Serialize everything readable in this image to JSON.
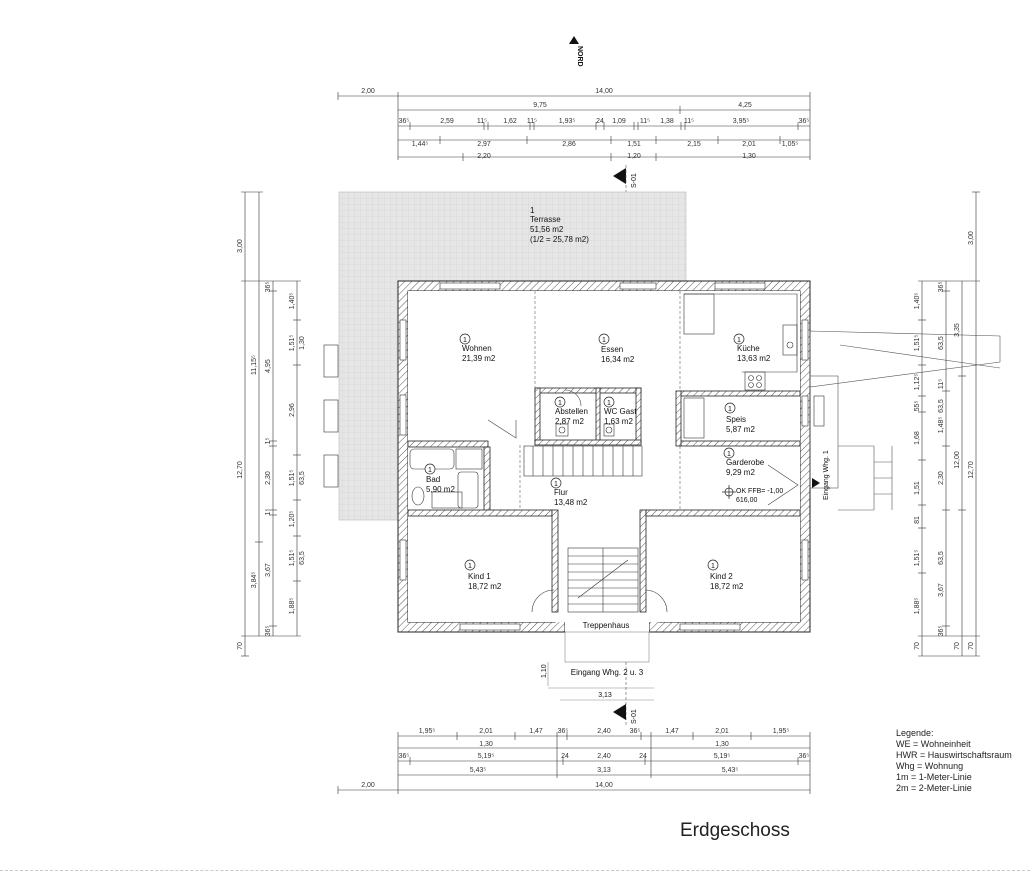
{
  "north_label": "NORD",
  "title": "Erdgeschoss",
  "section_marker": "S-01",
  "top_dims": {
    "row1": [
      "2,00",
      "14,00"
    ],
    "row2": [
      "9,75",
      "4,25"
    ],
    "row3": [
      "36⁵",
      "2,59",
      "11⁵",
      "1,62",
      "11⁵",
      "1,93⁵",
      "24",
      "1,09",
      "11⁵",
      "1,38",
      "11⁵",
      "3,95⁵",
      "36⁵"
    ],
    "row4": [
      "1,44⁵",
      "2,97",
      "2,86",
      "1,51",
      "2,15",
      "2,01",
      "1,05⁵"
    ],
    "row5": [
      "2,20",
      "1,20",
      "1,30"
    ]
  },
  "bottom_dims": {
    "row1": [
      "1,95⁵",
      "2,01",
      "1,47",
      "36⁵",
      "2,40",
      "36⁵",
      "1,47",
      "2,01",
      "1,95⁵"
    ],
    "row2": [
      "1,30",
      "1,30"
    ],
    "row3": [
      "36⁵",
      "5,19⁵",
      "24",
      "2,40",
      "24",
      "5,19⁵",
      "36⁵"
    ],
    "row4": [
      "5,43⁵",
      "3,13",
      "5,43⁵"
    ],
    "row5": [
      "2,00",
      "14,00"
    ]
  },
  "left_dims": {
    "col1": [
      "3,00",
      "12,70",
      "70"
    ],
    "col2": [
      "11,15⁵",
      "3,84⁵"
    ],
    "col3": [
      "36⁵",
      "4,95",
      "1⁵",
      "2,30",
      "1⁵",
      "3,67",
      "36⁵"
    ],
    "col4": [
      "1,40⁵",
      "1,51⁵",
      "2,96",
      "1,51⁵",
      "1,20⁵",
      "1,51⁵",
      "1,88⁵"
    ],
    "col5": [
      "1,30",
      "63,5",
      "63,5"
    ]
  },
  "right_dims": {
    "col1": [
      "1,40⁵",
      "1,51⁵",
      "1,12⁵",
      "55⁵",
      "1,68",
      "1,51",
      "81",
      "1,51⁵",
      "1,88⁵",
      "70"
    ],
    "col2": [
      "36⁵",
      "63,5",
      "11⁵",
      "63,5",
      "1,48⁵",
      "2,30",
      "63,5",
      "3,67",
      "36⁵"
    ],
    "col3": [
      "3,35",
      "12,00",
      "70"
    ],
    "col4": [
      "3,00",
      "12,70",
      "70"
    ]
  },
  "rooms": [
    {
      "num": "1",
      "name": "Terrasse",
      "area": "51,56 m2",
      "note": "(1/2 = 25,78 m2)"
    },
    {
      "num": "1",
      "name": "Wohnen",
      "area": "21,39 m2"
    },
    {
      "num": "1",
      "name": "Essen",
      "area": "16,34 m2"
    },
    {
      "num": "1",
      "name": "Küche",
      "area": "13,63 m2"
    },
    {
      "num": "1",
      "name": "Abstellen",
      "area": "2,87 m2"
    },
    {
      "num": "1",
      "name": "WC Gast",
      "area": "1,63 m2"
    },
    {
      "num": "1",
      "name": "Speis",
      "area": "5,87 m2"
    },
    {
      "num": "1",
      "name": "Bad",
      "area": "5,90 m2"
    },
    {
      "num": "1",
      "name": "Flur",
      "area": "13,48 m2"
    },
    {
      "num": "1",
      "name": "Garderobe",
      "area": "9,29 m2"
    },
    {
      "num": "1",
      "name": "Kind 1",
      "area": "18,72 m2"
    },
    {
      "num": "1",
      "name": "Kind 2",
      "area": "18,72 m2"
    },
    {
      "name": "Treppenhaus"
    }
  ],
  "entrance_1": "Eingang Whg. 1",
  "entrance_2": "Eingang Whg. 2 u. 3",
  "level_mark": {
    "line1": "OK FFB= -1,00",
    "line2": "616,00"
  },
  "entrance_dims": {
    "depth": "1,10",
    "width": "3,13"
  },
  "legend": {
    "heading": "Legende:",
    "items": [
      "WE = Wohneinheit",
      "HWR = Hauswirtschaftsraum",
      "Whg = Wohnung",
      "1m = 1-Meter-Linie",
      "2m = 2-Meter-Linie"
    ]
  }
}
